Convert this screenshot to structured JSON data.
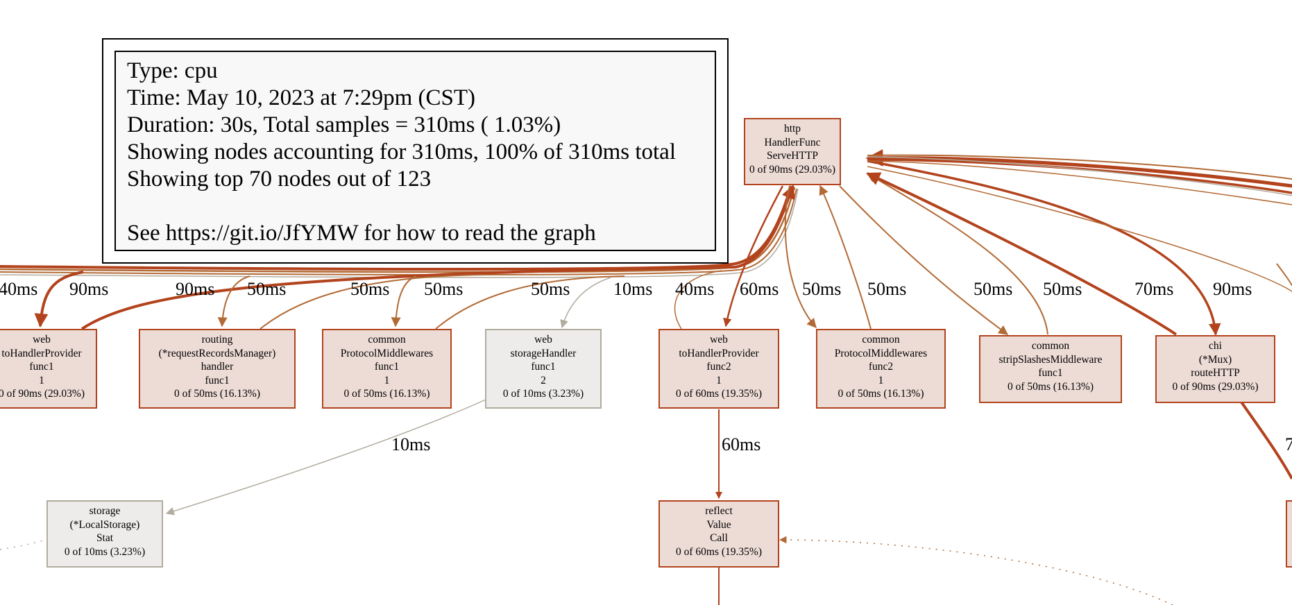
{
  "legend": {
    "lines": [
      "Type: cpu",
      "Time: May 10, 2023 at 7:29pm (CST)",
      "Duration: 30s, Total samples = 310ms ( 1.03%)",
      "Showing nodes accounting for 310ms, 100% of 310ms total",
      "Showing top 70 nodes out of 123"
    ],
    "footer": "See https://git.io/JfYMW for how to read the graph"
  },
  "colors": {
    "hot_edge": "#b2431d",
    "warm_edge": "#b26a35",
    "cool_edge": "#b2ac9e",
    "hot_fill": "#eddcd6",
    "cool_fill": "#edecea"
  },
  "nodes": {
    "http_handlerfunc": [
      "http",
      "HandlerFunc",
      "ServeHTTP",
      "0 of 90ms (29.03%)"
    ],
    "web_tohandler_func1": [
      "web",
      "toHandlerProvider",
      "func1",
      "1",
      "0 of 90ms (29.03%)"
    ],
    "routing_handler": [
      "routing",
      "(*requestRecordsManager)",
      "handler",
      "func1",
      "0 of 50ms (16.13%)"
    ],
    "common_protocol_func1": [
      "common",
      "ProtocolMiddlewares",
      "func1",
      "1",
      "0 of 50ms (16.13%)"
    ],
    "web_storage_handler": [
      "web",
      "storageHandler",
      "func1",
      "2",
      "0 of 10ms (3.23%)"
    ],
    "web_tohandler_func2": [
      "web",
      "toHandlerProvider",
      "func2",
      "1",
      "0 of 60ms (19.35%)"
    ],
    "common_protocol_func2": [
      "common",
      "ProtocolMiddlewares",
      "func2",
      "1",
      "0 of 50ms (16.13%)"
    ],
    "common_strip_slashes": [
      "common",
      "stripSlashesMiddleware",
      "func1",
      "0 of 50ms (16.13%)"
    ],
    "chi_mux": [
      "chi",
      "(*Mux)",
      "routeHTTP",
      "0 of 90ms (29.03%)"
    ],
    "storage_stat": [
      "storage",
      "(*LocalStorage)",
      "Stat",
      "0 of 10ms (3.23%)"
    ],
    "reflect_call": [
      "reflect",
      "Value",
      "Call",
      "0 of 60ms (19.35%)"
    ]
  },
  "edge_labels": {
    "e1": "40ms",
    "e2": "90ms",
    "e3": "90ms",
    "e4": "50ms",
    "e5": "50ms",
    "e6": "50ms",
    "e7": "50ms",
    "e8": "10ms",
    "e9": "40ms",
    "e10": "60ms",
    "e11": "50ms",
    "e12": "50ms",
    "e13": "50ms",
    "e14": "50ms",
    "e15": "70ms",
    "e16": "90ms",
    "e17": "10ms",
    "e18": "60ms",
    "e19": "7"
  }
}
